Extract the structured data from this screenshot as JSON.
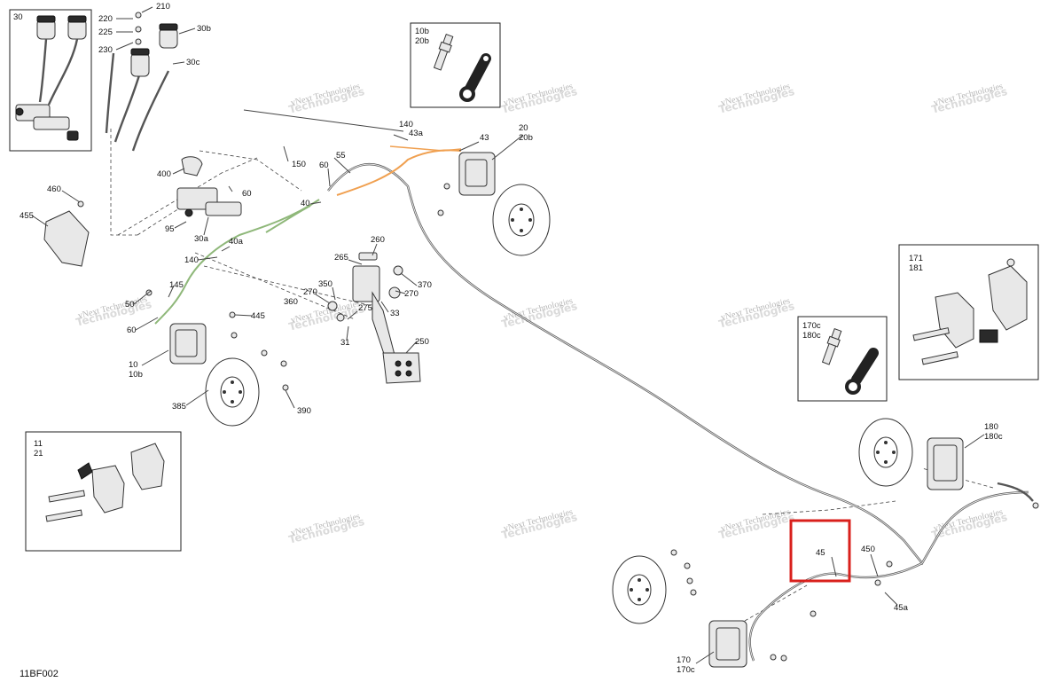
{
  "callouts": [
    {
      "id": "c-30",
      "text": "30"
    },
    {
      "id": "c-210",
      "text": "210"
    },
    {
      "id": "c-220",
      "text": "220"
    },
    {
      "id": "c-225",
      "text": "225"
    },
    {
      "id": "c-230",
      "text": "230"
    },
    {
      "id": "c-30b",
      "text": "30b"
    },
    {
      "id": "c-30c",
      "text": "30c"
    },
    {
      "id": "c-10b",
      "text": "10b"
    },
    {
      "id": "c-20b-box",
      "text": "20b"
    },
    {
      "id": "c-140-top",
      "text": "140"
    },
    {
      "id": "c-43a",
      "text": "43a"
    },
    {
      "id": "c-43",
      "text": "43"
    },
    {
      "id": "c-20",
      "text": "20"
    },
    {
      "id": "c-20b",
      "text": "20b"
    },
    {
      "id": "c-150",
      "text": "150"
    },
    {
      "id": "c-55",
      "text": "55"
    },
    {
      "id": "c-60-mid",
      "text": "60"
    },
    {
      "id": "c-400",
      "text": "400"
    },
    {
      "id": "c-60-r",
      "text": "60"
    },
    {
      "id": "c-460",
      "text": "460"
    },
    {
      "id": "c-455",
      "text": "455"
    },
    {
      "id": "c-40",
      "text": "40"
    },
    {
      "id": "c-95",
      "text": "95"
    },
    {
      "id": "c-30a",
      "text": "30a"
    },
    {
      "id": "c-40a",
      "text": "40a"
    },
    {
      "id": "c-140-mid",
      "text": "140"
    },
    {
      "id": "c-260",
      "text": "260"
    },
    {
      "id": "c-265",
      "text": "265"
    },
    {
      "id": "c-350",
      "text": "350"
    },
    {
      "id": "c-370",
      "text": "370"
    },
    {
      "id": "c-270-a",
      "text": "270"
    },
    {
      "id": "c-270-b",
      "text": "270"
    },
    {
      "id": "c-360",
      "text": "360"
    },
    {
      "id": "c-33",
      "text": "33"
    },
    {
      "id": "c-275",
      "text": "275"
    },
    {
      "id": "c-31",
      "text": "31"
    },
    {
      "id": "c-250",
      "text": "250"
    },
    {
      "id": "c-145",
      "text": "145"
    },
    {
      "id": "c-50",
      "text": "50"
    },
    {
      "id": "c-60-l",
      "text": "60"
    },
    {
      "id": "c-445",
      "text": "445"
    },
    {
      "id": "c-10",
      "text": "10"
    },
    {
      "id": "c-10b-l",
      "text": "10b"
    },
    {
      "id": "c-385",
      "text": "385"
    },
    {
      "id": "c-390",
      "text": "390"
    },
    {
      "id": "c-11",
      "text": "11"
    },
    {
      "id": "c-21",
      "text": "21"
    },
    {
      "id": "c-171",
      "text": "171"
    },
    {
      "id": "c-181",
      "text": "181"
    },
    {
      "id": "c-170c-box",
      "text": "170c"
    },
    {
      "id": "c-180c-box",
      "text": "180c"
    },
    {
      "id": "c-180",
      "text": "180"
    },
    {
      "id": "c-180c",
      "text": "180c"
    },
    {
      "id": "c-45",
      "text": "45"
    },
    {
      "id": "c-450",
      "text": "450"
    },
    {
      "id": "c-45a",
      "text": "45a"
    },
    {
      "id": "c-170",
      "text": "170"
    },
    {
      "id": "c-170c",
      "text": "170c"
    }
  ],
  "watermark": {
    "line1": "vNext Technologies",
    "line2": "Technologies"
  },
  "figure_ref": "11BF002",
  "highlight": {
    "label": "45",
    "color": "#d9201c"
  },
  "colors": {
    "orange_line": "#f0a050",
    "green_line": "#8fb87a",
    "hose": "#555555"
  }
}
